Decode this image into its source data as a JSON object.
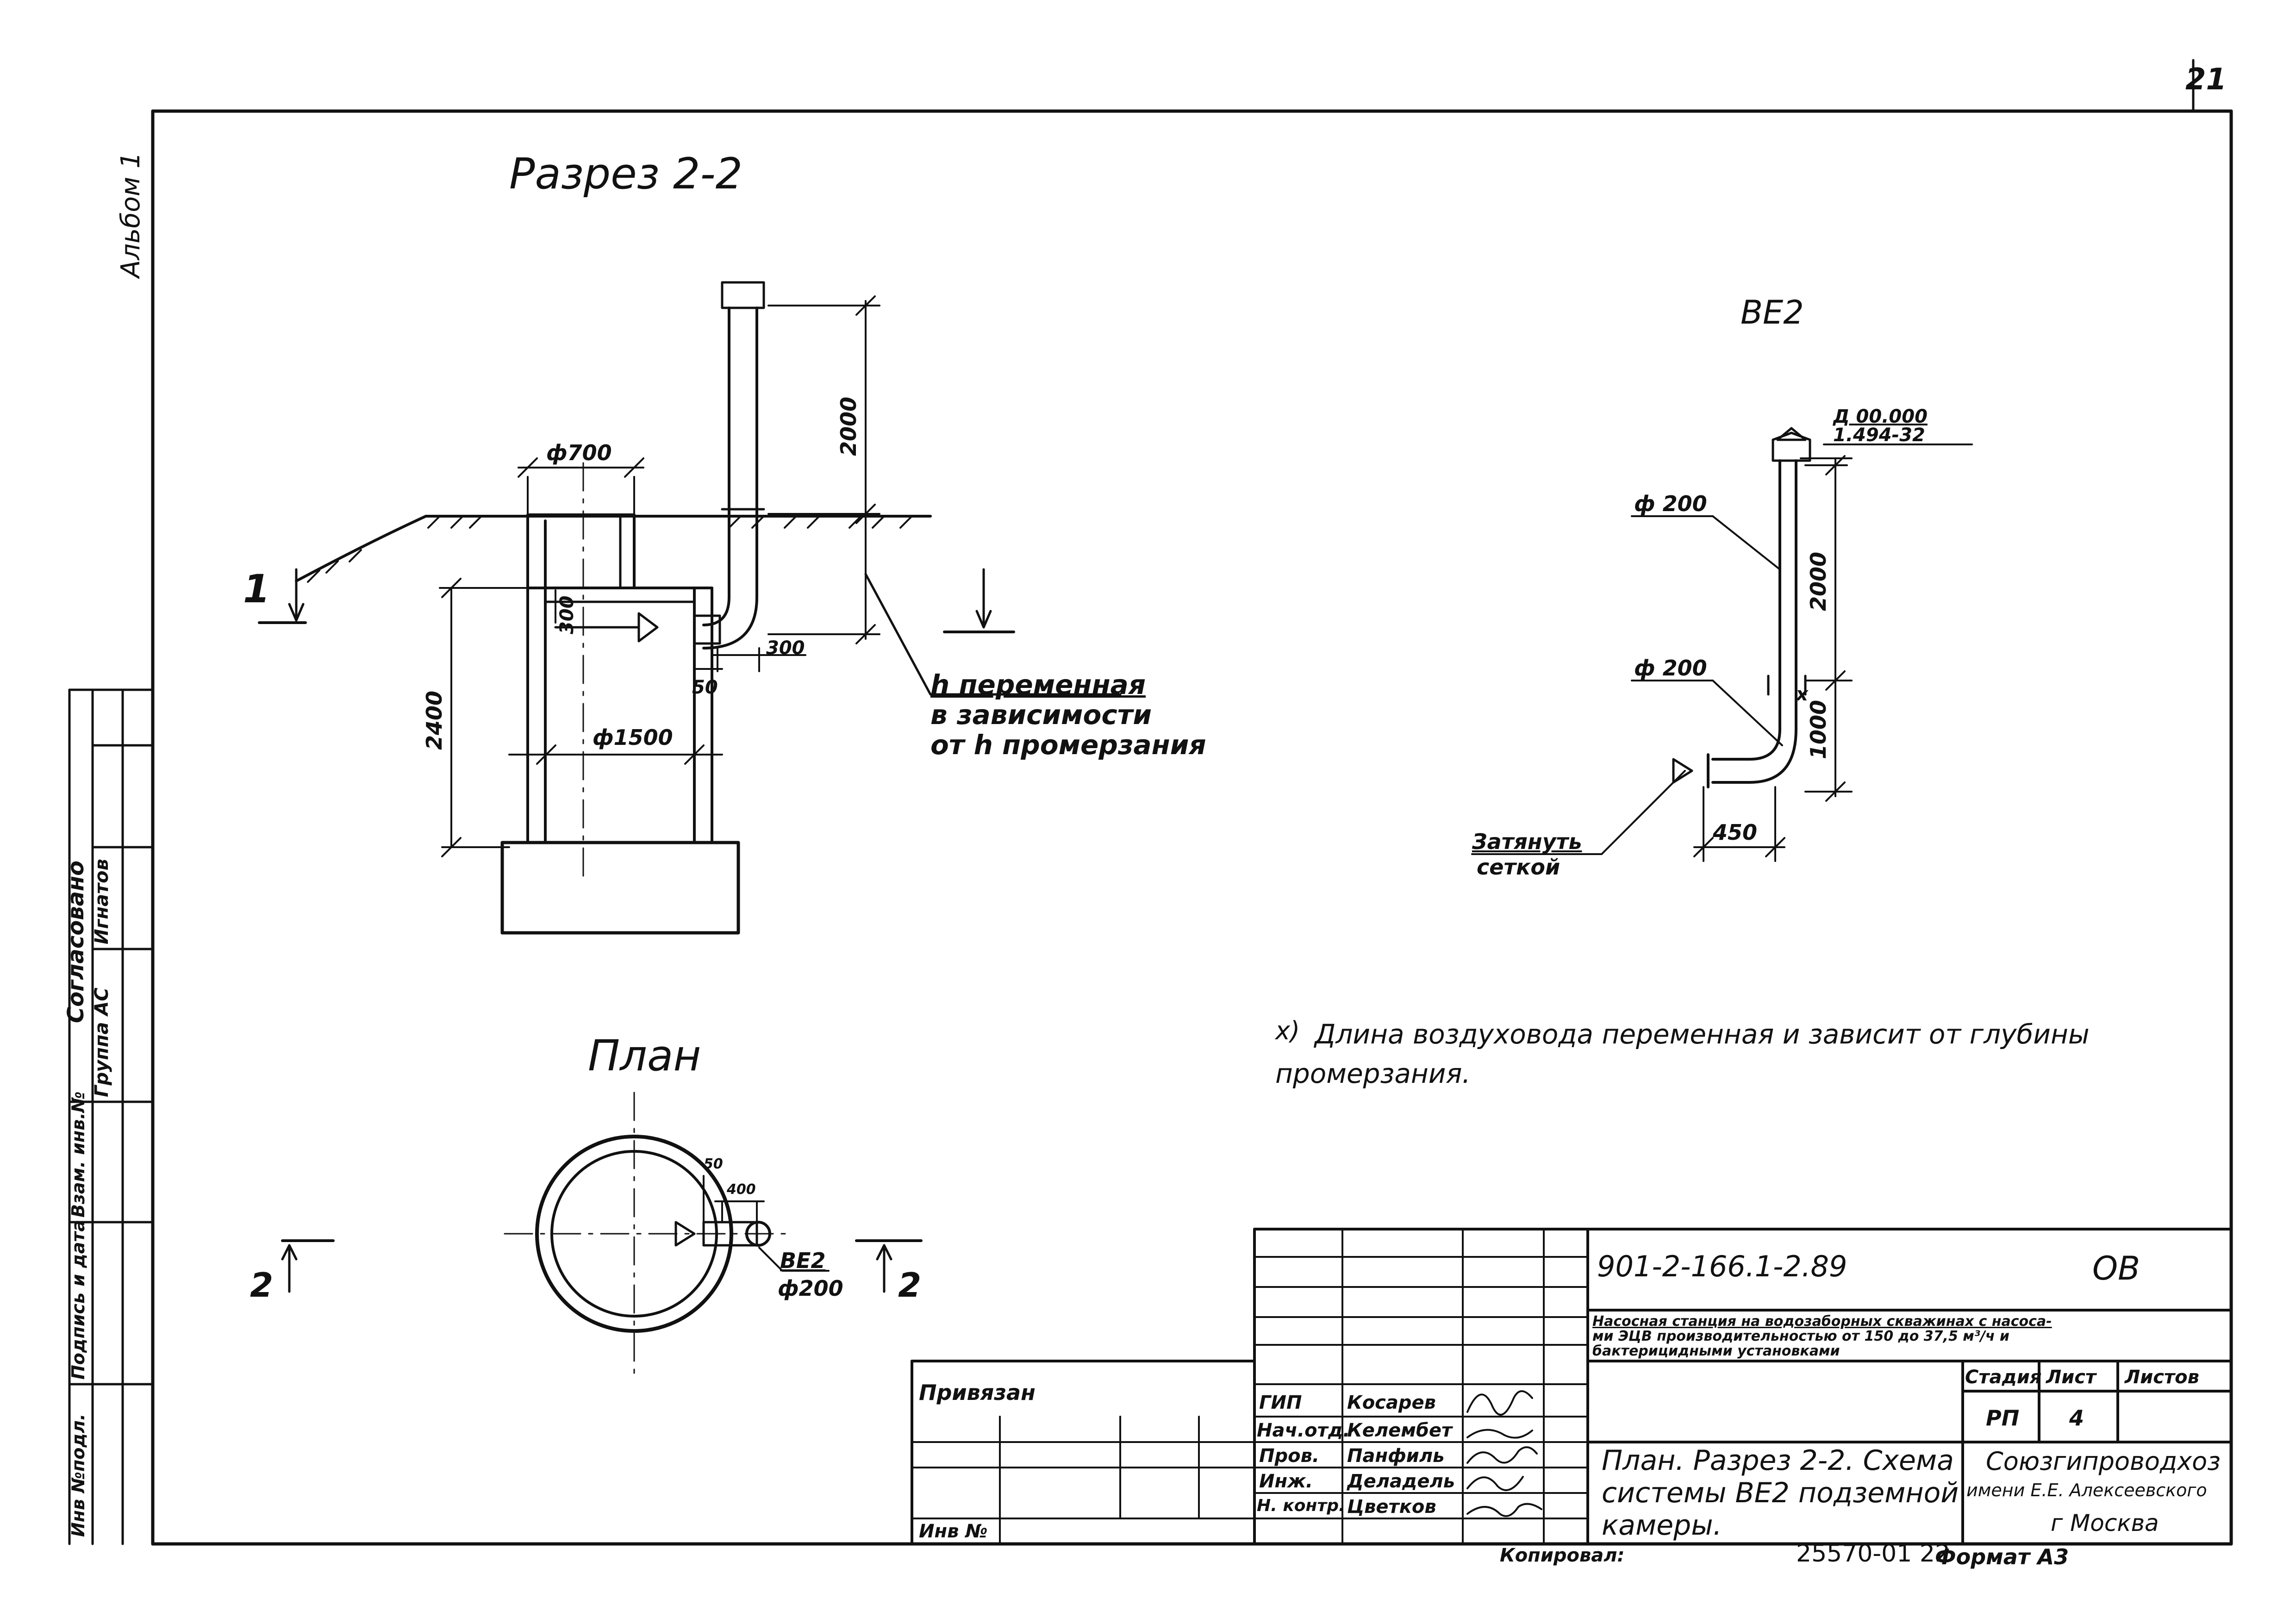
{
  "sheet": {
    "page_number": "21",
    "album": "Альбом 1",
    "agreed": "Согласовано",
    "side_columns": [
      "Группа АС",
      "Игнатов",
      "Взам. инв.№",
      "Подпись и дата",
      "Инв №подл."
    ]
  },
  "section": {
    "title": "Разрез 2-2",
    "dims": {
      "d700": "ф700",
      "d1500": "ф1500",
      "h2400": "2400",
      "h2000": "2000",
      "v300": "300",
      "h300": "300",
      "h50": "50"
    },
    "marker": "1",
    "note": [
      "h переменная",
      "в зависимости",
      "от h промерзания"
    ]
  },
  "plan": {
    "title": "План",
    "dim50": "50",
    "dim400": "400",
    "pipe_label": "ВЕ2",
    "pipe_dia": "ф200",
    "marker": "2"
  },
  "ve2": {
    "title": "ВЕ2",
    "ref_line1": "Д 00.000",
    "ref_line2": "1.494-32",
    "dia_top": "ф 200",
    "dia_bottom": "ф 200",
    "h2000": "2000",
    "h1000": "1000",
    "star": "x",
    "w450": "450",
    "mesh_line1": "Затянуть",
    "mesh_line2": "сеткой"
  },
  "footnote": {
    "star": "x)",
    "line1": "Длина воздуховода переменная и зависит от глубины",
    "line2": "промерзания."
  },
  "titleblock": {
    "code": "901-2-166.1-2.89",
    "mark": "ОВ",
    "project": [
      "Насосная станция на водозаборных скважинах с насоса-",
      "ми ЭЦВ производительностью от 150 до 37,5 м³/ч и",
      "бактерицидными установками"
    ],
    "headers": {
      "stage": "Стадия",
      "sheet": "Лист",
      "sheets": "Листов"
    },
    "stage": "РП",
    "sheet": "4",
    "sheets": "",
    "roles": [
      {
        "role": "ГИП",
        "name": "Косарев"
      },
      {
        "role": "Нач.отд.",
        "name": "Келембет"
      },
      {
        "role": "Пров.",
        "name": "Панфиль"
      },
      {
        "role": "Инж.",
        "name": "Деладель"
      },
      {
        "role": "Н. контр.",
        "name": "Цветков"
      }
    ],
    "sheet_title": [
      "План. Разрез 2-2. Схема",
      "системы ВЕ2 подземной",
      "камеры."
    ],
    "org": [
      "Союзгипроводхоз",
      "имени Е.Е. Алексеевского",
      "г Москва"
    ],
    "bound": "Привязан",
    "inv": "Инв №",
    "copied": "Копировал:",
    "archive": "25570-01 22",
    "format": "Формат А3"
  }
}
